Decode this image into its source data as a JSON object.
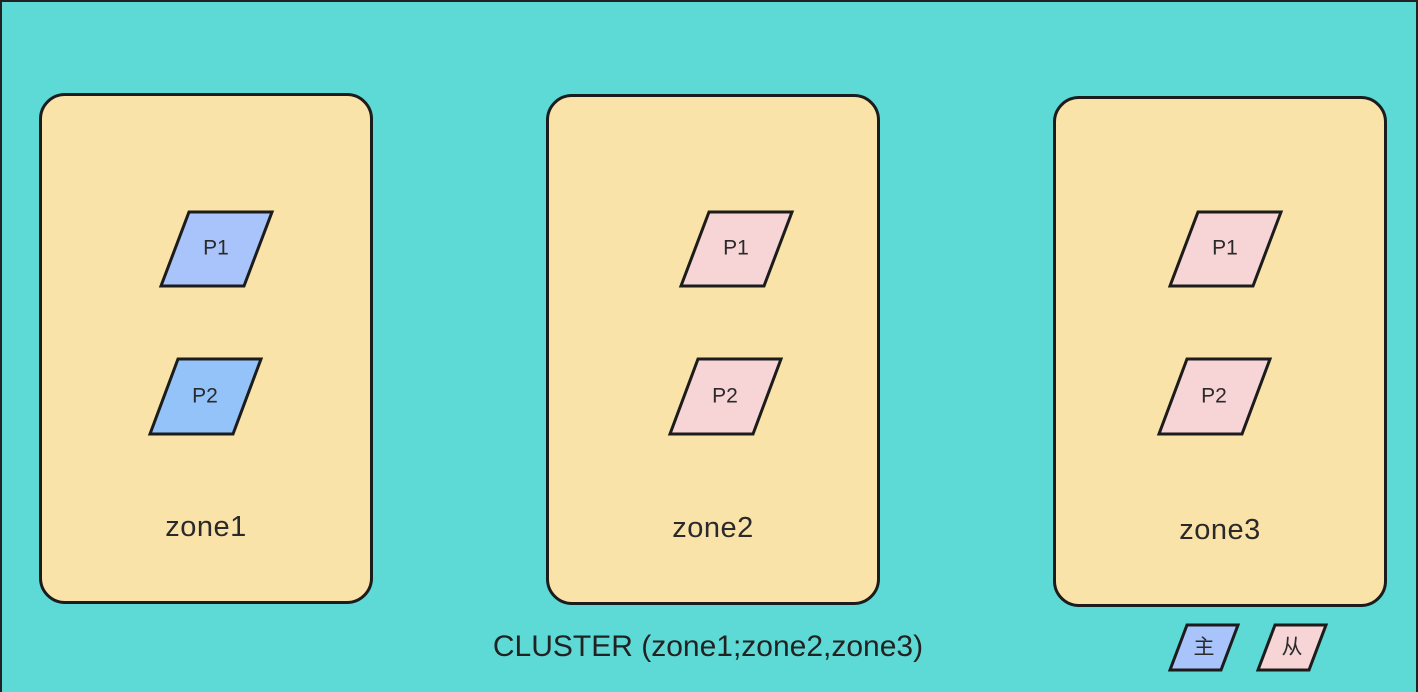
{
  "diagram": {
    "cluster_label": "CLUSTER (zone1;zone2,zone3)",
    "colors": {
      "background": "#5dd9d6",
      "zone_fill": "#fae3a8",
      "primary_fill": "#a8c4fb",
      "replica_fill": "#f7d4d6",
      "stroke": "#1c1c1c"
    },
    "zones": [
      {
        "label": "zone1",
        "partitions": [
          {
            "label": "P1",
            "role": "primary"
          },
          {
            "label": "P2",
            "role": "primary"
          }
        ]
      },
      {
        "label": "zone2",
        "partitions": [
          {
            "label": "P1",
            "role": "replica"
          },
          {
            "label": "P2",
            "role": "replica"
          }
        ]
      },
      {
        "label": "zone3",
        "partitions": [
          {
            "label": "P1",
            "role": "replica"
          },
          {
            "label": "P2",
            "role": "replica"
          }
        ]
      }
    ],
    "legend": [
      {
        "label": "主",
        "role": "primary"
      },
      {
        "label": "从",
        "role": "replica"
      }
    ]
  }
}
